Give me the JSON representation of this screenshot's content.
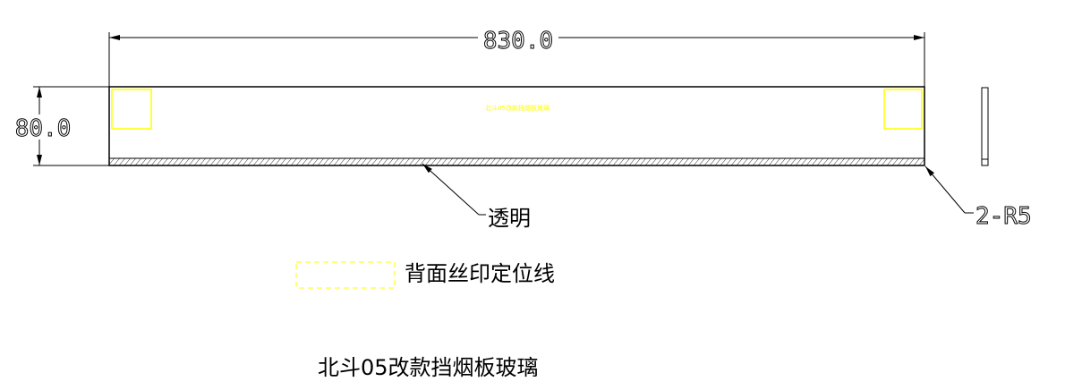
{
  "dimensions": {
    "width": "830.0",
    "height": "80.0",
    "corner_radius": "2-R5"
  },
  "labels": {
    "transparent": "透明",
    "legend_text": "背面丝印定位线",
    "title": "北斗05改款挡烟板玻璃",
    "center_mark": "北斗05改款挡烟板玻璃"
  },
  "colors": {
    "line": "#000000",
    "silkscreen": "#ffff00"
  }
}
